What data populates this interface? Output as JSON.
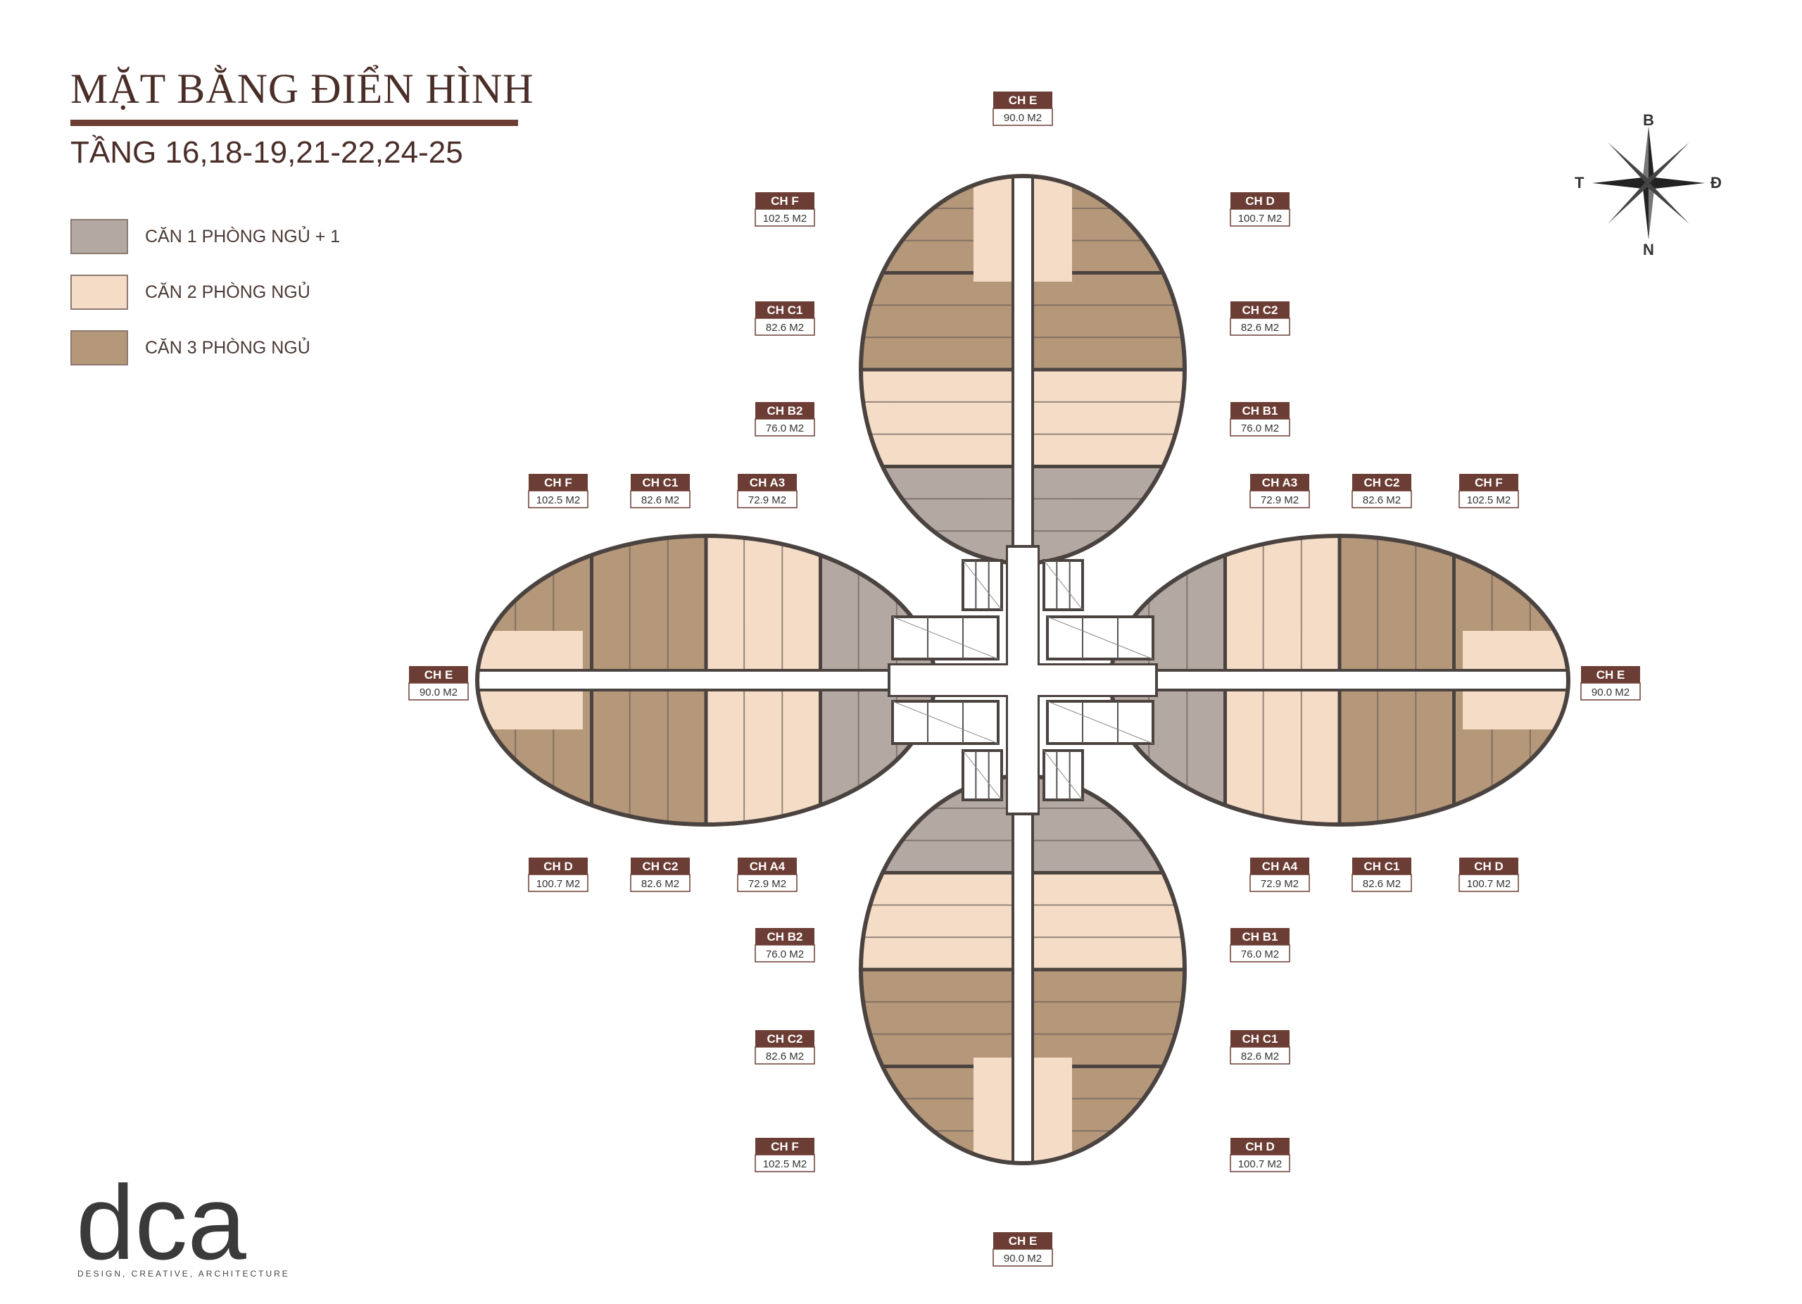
{
  "title": "MẶT BẰNG ĐIỂN HÌNH",
  "subtitle": "TẦNG 16,18-19,21-22,24-25",
  "legend": [
    {
      "label": "CĂN 1 PHÒNG NGỦ + 1",
      "color": "#b4a9a2"
    },
    {
      "label": "CĂN 2 PHÒNG NGỦ",
      "color": "#f5dcc6"
    },
    {
      "label": "CĂN 3 PHÒNG NGỦ",
      "color": "#b5977a"
    }
  ],
  "compass": {
    "north": "B",
    "south": "N",
    "west": "T",
    "east": "Đ"
  },
  "colors": {
    "label_header": "#6b3d34",
    "wall": "#4a4340",
    "unit_1br": "#b4a9a2",
    "unit_2br": "#f5dcc6",
    "unit_3br": "#b5977a",
    "corridor": "#ffffff"
  },
  "units": [
    {
      "name": "CH E",
      "area": "90.0 M2"
    },
    {
      "name": "CH F",
      "area": "102.5 M2"
    },
    {
      "name": "CH D",
      "area": "100.7 M2"
    },
    {
      "name": "CH C1",
      "area": "82.6 M2"
    },
    {
      "name": "CH C2",
      "area": "82.6 M2"
    },
    {
      "name": "CH B2",
      "area": "76.0 M2"
    },
    {
      "name": "CH B1",
      "area": "76.0 M2"
    },
    {
      "name": "CH F",
      "area": "102.5 M2"
    },
    {
      "name": "CH C1",
      "area": "82.6 M2"
    },
    {
      "name": "CH A3",
      "area": "72.9 M2"
    },
    {
      "name": "CH A3",
      "area": "72.9 M2"
    },
    {
      "name": "CH C2",
      "area": "82.6 M2"
    },
    {
      "name": "CH F",
      "area": "102.5 M2"
    },
    {
      "name": "CH E",
      "area": "90.0 M2"
    },
    {
      "name": "CH E",
      "area": "90.0 M2"
    },
    {
      "name": "CH D",
      "area": "100.7 M2"
    },
    {
      "name": "CH C2",
      "area": "82.6 M2"
    },
    {
      "name": "CH A4",
      "area": "72.9 M2"
    },
    {
      "name": "CH A4",
      "area": "72.9 M2"
    },
    {
      "name": "CH C1",
      "area": "82.6 M2"
    },
    {
      "name": "CH D",
      "area": "100.7 M2"
    },
    {
      "name": "CH B2",
      "area": "76.0 M2"
    },
    {
      "name": "CH B1",
      "area": "76.0 M2"
    },
    {
      "name": "CH C2",
      "area": "82.6 M2"
    },
    {
      "name": "CH C1",
      "area": "82.6 M2"
    },
    {
      "name": "CH F",
      "area": "102.5 M2"
    },
    {
      "name": "CH D",
      "area": "100.7 M2"
    },
    {
      "name": "CH E",
      "area": "90.0 M2"
    }
  ],
  "logo": {
    "text": "dca",
    "tagline": "DESIGN, CREATIVE, ARCHITECTURE"
  }
}
